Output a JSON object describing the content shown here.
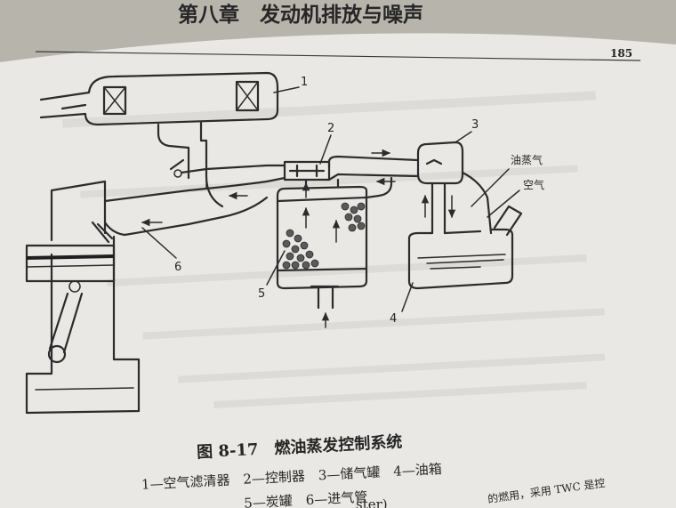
{
  "page": {
    "chapter_heading": "第八章　发动机排放与噪声",
    "page_number": "185",
    "bottom_fragment_left": "ster)",
    "bottom_fragment_right": "的燃用，采用 TWC 是控"
  },
  "figure": {
    "title": "图 8-17　燃油蒸发控制系统",
    "caption_line1": "1—空气滤清器　2—控制器　3—储气罐　4—油箱",
    "caption_line2": "5—炭罐　6—进气管",
    "callouts": {
      "c1": "1",
      "c2": "2",
      "c3": "3",
      "c4": "4",
      "c5": "5",
      "c6": "6"
    },
    "flow_labels": {
      "fuel_vapor": "油蒸气",
      "air": "空气"
    }
  }
}
